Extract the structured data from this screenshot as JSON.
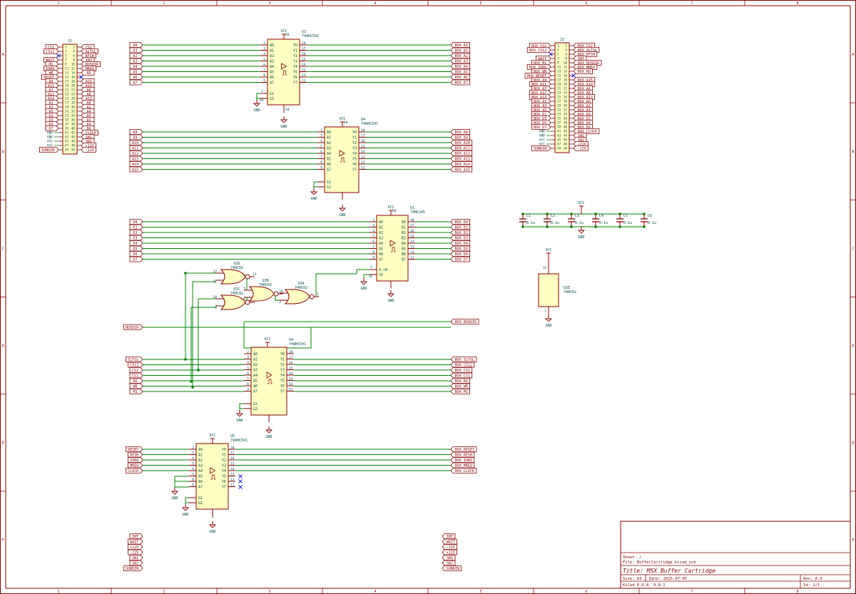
{
  "colors": {
    "border": "#8a0000",
    "wire": "#008400",
    "body": "#ffffc2",
    "pin": "#8a0000",
    "text": "#004a4a",
    "label": "#8a0000",
    "nc": "#1a1ad6"
  },
  "frame": {
    "cols": [
      "1",
      "2",
      "3",
      "4",
      "5",
      "6",
      "7",
      "8"
    ],
    "rows": [
      "A",
      "B",
      "C",
      "D",
      "E",
      "F"
    ]
  },
  "power": {
    "vcc": "VCC",
    "gnd": "GND"
  },
  "buffer_pins": {
    "in": [
      "A0",
      "A1",
      "A2",
      "A3",
      "A4",
      "A5",
      "A6",
      "A7"
    ],
    "out": [
      "Y0",
      "Y1",
      "Y2",
      "Y3",
      "Y4",
      "Y5",
      "Y6",
      "Y7"
    ],
    "in_num": [
      "2",
      "3",
      "4",
      "5",
      "6",
      "7",
      "8",
      "9"
    ],
    "out_num": [
      "18",
      "17",
      "16",
      "15",
      "14",
      "13",
      "12",
      "11"
    ],
    "oe": [
      "G1",
      "G2"
    ],
    "oe_num": [
      "1",
      "19"
    ],
    "vcc_num": "20",
    "gnd_num": "10"
  },
  "transceiver_pins": {
    "in": [
      "A0",
      "A1",
      "A2",
      "A3",
      "A4",
      "A5",
      "A6",
      "A7"
    ],
    "out": [
      "B0",
      "B1",
      "B2",
      "B3",
      "B4",
      "B5",
      "B6",
      "B7"
    ],
    "in_num": [
      "2",
      "3",
      "4",
      "5",
      "6",
      "7",
      "8",
      "9"
    ],
    "out_num": [
      "18",
      "17",
      "16",
      "15",
      "14",
      "13",
      "12",
      "11"
    ],
    "dir": "A->B",
    "ce": "CE",
    "dir_num": "1",
    "ce_num": "19"
  },
  "u3": {
    "ref": "U3",
    "value": "74AHC541",
    "in_labels": [
      "A0",
      "A1",
      "A2",
      "A3",
      "A4",
      "A5",
      "A6",
      "A7"
    ],
    "out_labels": [
      "BOX_A0",
      "BOX_A1",
      "BOX_A2",
      "BOX_A3",
      "BOX_A4",
      "BOX_A5",
      "BOX_A6",
      "BOX_A7"
    ]
  },
  "u4a": {
    "ref": "U4",
    "value": "74AHC541",
    "in_labels": [
      "A8",
      "A9",
      "A10",
      "A11",
      "A12",
      "A13",
      "A14",
      "A15"
    ],
    "out_labels": [
      "BOX_A8",
      "BOX_A9",
      "BOX_A10",
      "BOX_A11",
      "BOX_A12",
      "BOX_A13",
      "BOX_A14",
      "BOX_A15"
    ]
  },
  "u1": {
    "ref": "U1",
    "value": "74HC245",
    "in_labels": [
      "D0",
      "D1",
      "D2",
      "D3",
      "D4",
      "D5",
      "D6",
      "D7"
    ],
    "out_labels": [
      "BOX_D0",
      "BOX_D1",
      "BOX_D2",
      "BOX_D3",
      "BOX_D4",
      "BOX_D5",
      "BOX_D6",
      "BOX_D7"
    ]
  },
  "u4b": {
    "ref": "U4",
    "value": "74AHC541",
    "in_labels": [
      "SLTSL",
      "CS12",
      "CS2",
      "CS1",
      "RD",
      "WR",
      "M1"
    ],
    "out_labels": [
      "BOX_SLTSL",
      "BOX_CS12",
      "BOX_CS2",
      "BOX_CS1",
      "BOX_RD",
      "BOX_WR",
      "BOX_M1"
    ]
  },
  "u5": {
    "ref": "U5",
    "value": "74AHC541",
    "in_labels": [
      "RESET",
      "RFSH",
      "IORQ",
      "MREQ",
      "CLOCK"
    ],
    "out_labels": [
      "BOX_RESET",
      "BOX_RFSH",
      "BOX_IORQ",
      "BOX_MREQ",
      "BOX_CLOCK"
    ]
  },
  "busdir": {
    "in": "BUSDIR",
    "out": "BOX_BUSDIR"
  },
  "gates": {
    "u2d": {
      "ref": "U2D",
      "value": "74HC02",
      "pins": [
        "12",
        "11",
        "13"
      ]
    },
    "u2c": {
      "ref": "U2C",
      "value": "74HC02",
      "pins": [
        "10",
        "8",
        "9"
      ]
    },
    "u2b": {
      "ref": "U2B",
      "value": "74HC02",
      "pins": [
        "5",
        "6",
        "4"
      ]
    },
    "u2a": {
      "ref": "U2A",
      "value": "74HC02",
      "pins": [
        "2",
        "3",
        "1"
      ]
    },
    "u2e": {
      "ref": "U2E",
      "value": "74HC02",
      "vcc_num": "14",
      "gnd_num": "7"
    }
  },
  "caps": {
    "refs": [
      "C1",
      "C2",
      "C3",
      "C4",
      "C5",
      "C6"
    ],
    "values": [
      "0.1u",
      "0.1u",
      "0.1u",
      "0.1u",
      "0.1u",
      "0.1u"
    ]
  },
  "j1": {
    "ref": "J1",
    "rows": [
      [
        "CS1",
        "1",
        "2",
        "CS2"
      ],
      [
        "CS12",
        "3",
        "4",
        "SLTSL"
      ],
      [
        "",
        "5",
        "6",
        "RFSH"
      ],
      [
        "WAIT",
        "7",
        "8",
        "INT"
      ],
      [
        "M1",
        "9",
        "10",
        "BUSDIR"
      ],
      [
        "IORQ",
        "11",
        "12",
        "MREQ"
      ],
      [
        "WR",
        "13",
        "14",
        "RD"
      ],
      [
        "RESET",
        "15",
        "16",
        ""
      ],
      [
        "A9",
        "17",
        "18",
        "A15"
      ],
      [
        "A11",
        "19",
        "20",
        "A10"
      ],
      [
        "A7",
        "21",
        "22",
        "A6"
      ],
      [
        "A12",
        "23",
        "24",
        "A8"
      ],
      [
        "A14",
        "25",
        "26",
        "A13"
      ],
      [
        "A1",
        "27",
        "28",
        "A0"
      ],
      [
        "A3",
        "29",
        "30",
        "A2"
      ],
      [
        "A5",
        "31",
        "32",
        "A4"
      ],
      [
        "D1",
        "33",
        "34",
        "D0"
      ],
      [
        "D3",
        "35",
        "36",
        "D2"
      ],
      [
        "D5",
        "37",
        "38",
        "D4"
      ],
      [
        "D7",
        "39",
        "40",
        "D6"
      ],
      [
        "GND",
        "41",
        "42",
        "CLOCK"
      ],
      [
        "GND",
        "43",
        "44",
        "SW1"
      ],
      [
        "VCC",
        "45",
        "46",
        "SW2"
      ],
      [
        "VCC",
        "47",
        "48",
        "+12V"
      ],
      [
        "SUNDIN",
        "49",
        "50",
        "-12V"
      ]
    ]
  },
  "j2": {
    "ref": "J2",
    "rows": [
      [
        "BOX_CS1",
        "1",
        "2",
        "BOX_CS2"
      ],
      [
        "BOX_CS12",
        "3",
        "4",
        "BOX_SLTSL"
      ],
      [
        "",
        "5",
        "6",
        "BOX_RFSH"
      ],
      [
        "WAIT",
        "7",
        "8",
        "INT"
      ],
      [
        "BOX_M1",
        "9",
        "10",
        "BOX_BUSDIR"
      ],
      [
        "BOX_IORQ",
        "11",
        "12",
        "BOX_MREQ"
      ],
      [
        "BOX_WR",
        "13",
        "14",
        "BOX_RD"
      ],
      [
        "BOX_RESET",
        "15",
        "16",
        ""
      ],
      [
        "BOX_A9",
        "17",
        "18",
        "BOX_A15"
      ],
      [
        "BOX_A11",
        "19",
        "20",
        "BOX_A10"
      ],
      [
        "BOX_A7",
        "21",
        "22",
        "BOX_A6"
      ],
      [
        "BOX_A12",
        "23",
        "24",
        "BOX_A8"
      ],
      [
        "BOX_A14",
        "25",
        "26",
        "BOX_A13"
      ],
      [
        "BOX_A1",
        "27",
        "28",
        "BOX_A0"
      ],
      [
        "BOX_A3",
        "29",
        "30",
        "BOX_A2"
      ],
      [
        "BOX_A5",
        "31",
        "32",
        "BOX_A4"
      ],
      [
        "BOX_D1",
        "33",
        "34",
        "BOX_D0"
      ],
      [
        "BOX_D3",
        "35",
        "36",
        "BOX_D2"
      ],
      [
        "BOX_D5",
        "37",
        "38",
        "BOX_D4"
      ],
      [
        "BOX_D7",
        "39",
        "40",
        "BOX_D6"
      ],
      [
        "GND",
        "41",
        "42",
        "BOX_CLOCK"
      ],
      [
        "GND",
        "43",
        "44",
        "SW1"
      ],
      [
        "VCC",
        "45",
        "46",
        "SW2"
      ],
      [
        "VCC",
        "47",
        "48",
        "+12V"
      ],
      [
        "SUNDIN",
        "49",
        "50",
        "-12V"
      ]
    ]
  },
  "passthrough_left": [
    "INT",
    "WAIT",
    "+12V",
    "-12V",
    "SW1",
    "SW2",
    "SUNDIN"
  ],
  "passthrough_right": [
    "INT",
    "WAIT",
    "-12V",
    "+12V",
    "SW1",
    "SW2",
    "SUNDIN"
  ],
  "title_block": {
    "sheet": "Sheet: /",
    "file": "File: BufferCartridge.kicad_sch",
    "title": "Title: MSX Buffer Cartridge",
    "size": "Size: A3",
    "date": "Date: 2025-07-05",
    "rev": "Rev: 0.9",
    "tool": "KiCad E.D.A. 9.0.1",
    "id": "Id: 1/1"
  }
}
